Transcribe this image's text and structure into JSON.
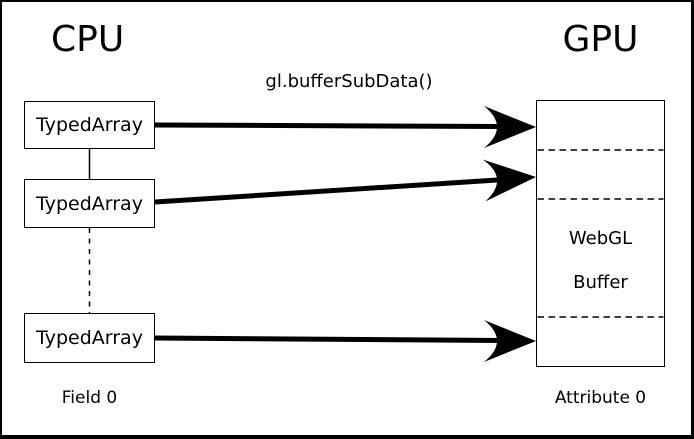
{
  "diagram": {
    "cpu_title": "CPU",
    "gpu_title": "GPU",
    "api_call_label": "gl.bufferSubData()",
    "typed_arrays": [
      {
        "label": "TypedArray"
      },
      {
        "label": "TypedArray"
      },
      {
        "label": "TypedArray"
      }
    ],
    "buffer": {
      "line1": "WebGL",
      "line2": "Buffer"
    },
    "field_label": "Field 0",
    "attribute_label": "Attribute 0",
    "colors": {
      "ink": "#000000",
      "background": "#ffffff"
    }
  }
}
